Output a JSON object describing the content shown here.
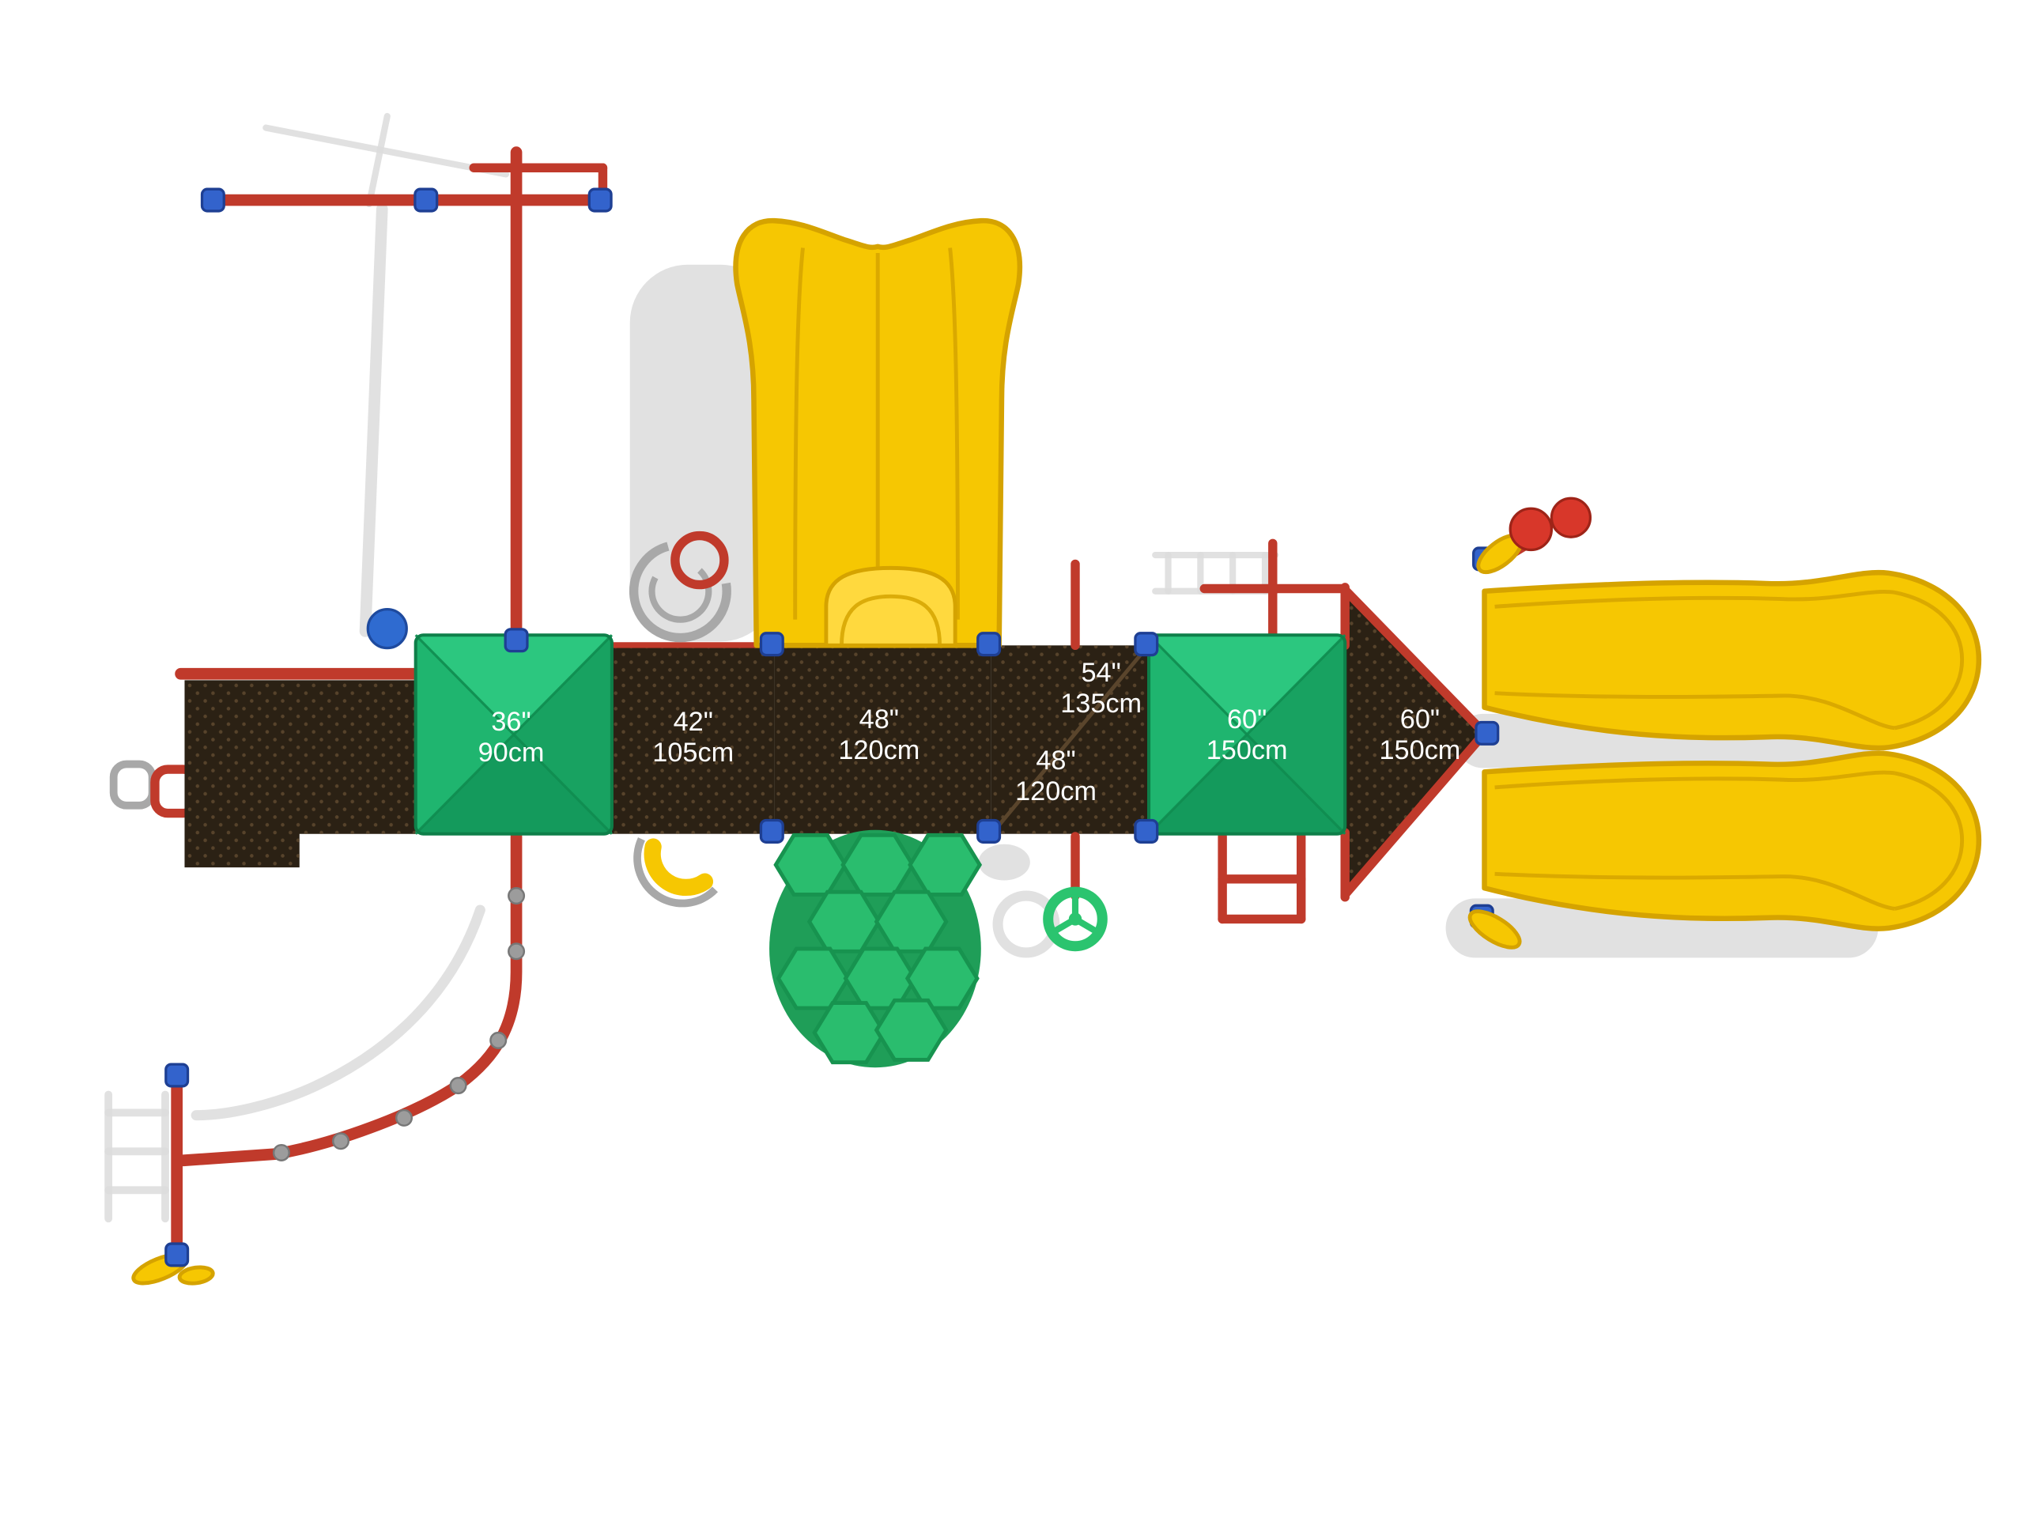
{
  "image": {
    "description": "Top view render of a commercial playground structure with deck height dimension labels",
    "background": "#ffffff"
  },
  "labels": [
    {
      "name": "deck-36",
      "line1": "36\"",
      "line2": "90cm"
    },
    {
      "name": "deck-42",
      "line1": "42\"",
      "line2": "105cm"
    },
    {
      "name": "deck-48",
      "line1": "48\"",
      "line2": "120cm"
    },
    {
      "name": "deck-54",
      "line1": "54\"",
      "line2": "135cm"
    },
    {
      "name": "deck-48b",
      "line1": "48\"",
      "line2": "120cm"
    },
    {
      "name": "deck-60a",
      "line1": "60\"",
      "line2": "150cm"
    },
    {
      "name": "deck-60b",
      "line1": "60\"",
      "line2": "150cm"
    }
  ],
  "colors": {
    "deck_brown": "#2b2114",
    "deck_seam": "#5a452c",
    "perforation": "#57432b",
    "platform_green": "#1fb56f",
    "platform_green_light": "#2cc77f",
    "platform_green_dark": "#149a5c",
    "platform_green_right": "#18a261",
    "rock_green": "#2abd6e",
    "rock_green_dark": "#17934f",
    "slide_yellow": "#f6c702",
    "slide_yellow_dark": "#d5a300",
    "slide_yellow_light": "#ffd93e",
    "pipe_red": "#c03a2b",
    "connector_blue": "#3363cc",
    "ball_red": "#d8372a",
    "wheel_green": "#2bc46f",
    "metal_gray": "#a8a8a8",
    "shadow_gray": "#dcdcdc",
    "label_text": "#ffffff"
  }
}
